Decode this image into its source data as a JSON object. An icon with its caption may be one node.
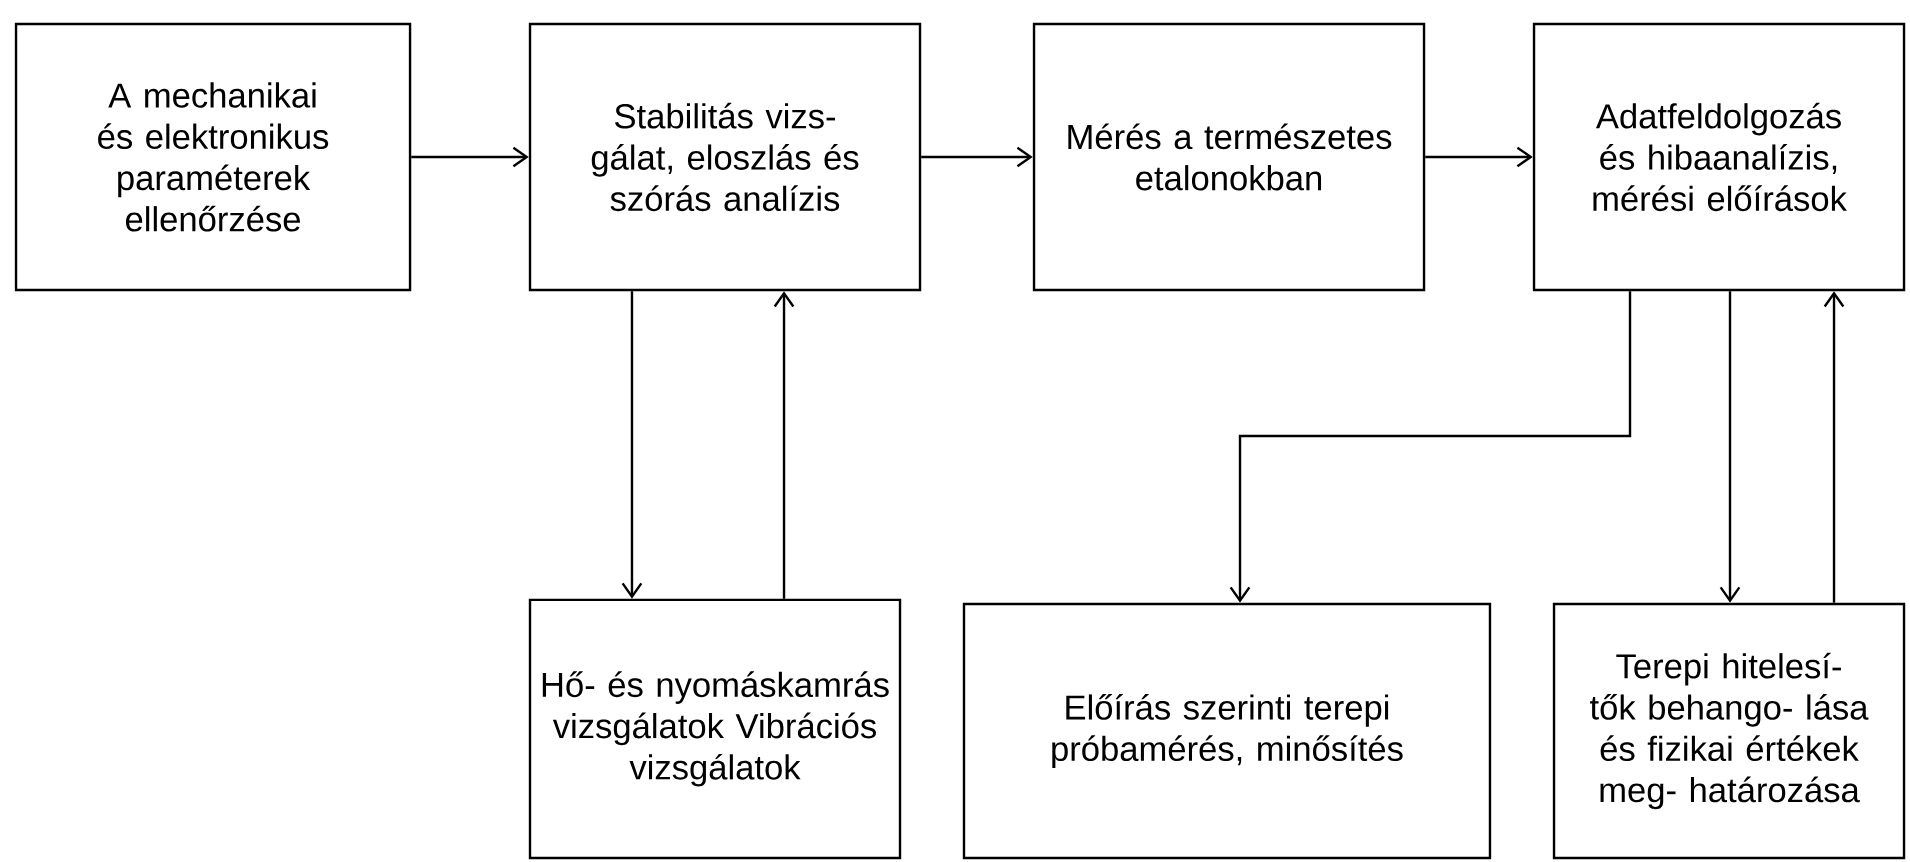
{
  "diagram": {
    "nodes": [
      {
        "text": [
          "A mechanikai és elektronikus paraméterek ellenőrzése"
        ]
      },
      {
        "text": [
          "Stabilitás vizs- gálat, eloszlás és szórás analízis"
        ]
      },
      {
        "text": [
          "Mérés a természetes etalonokban"
        ]
      },
      {
        "text": [
          "Adatfeldolgozás és hibaanalízis, mérési előírások"
        ]
      },
      {
        "text": [
          "Hő- és nyomáskamrás vizsgálatok Vibrációs vizsgálatok"
        ]
      },
      {
        "text": [
          "Előírás szerinti terepi próbamérés, minősítés"
        ]
      },
      {
        "text": [
          "Terepi hitelesí- tők behango- lása és fizikai értékek meg- határozása"
        ]
      }
    ],
    "edges": [
      {
        "from": 0,
        "to": 1,
        "arrow": "to"
      },
      {
        "from": 1,
        "to": 2,
        "arrow": "to"
      },
      {
        "from": 2,
        "to": 3,
        "arrow": "to"
      },
      {
        "from": 1,
        "to": 4,
        "arrow": "to"
      },
      {
        "from": 4,
        "to": 1,
        "arrow": "to"
      },
      {
        "from": 3,
        "to": 5,
        "arrow": "to"
      },
      {
        "from": 3,
        "to": 6,
        "arrow": "to"
      },
      {
        "from": 6,
        "to": 3,
        "arrow": "to"
      }
    ]
  }
}
